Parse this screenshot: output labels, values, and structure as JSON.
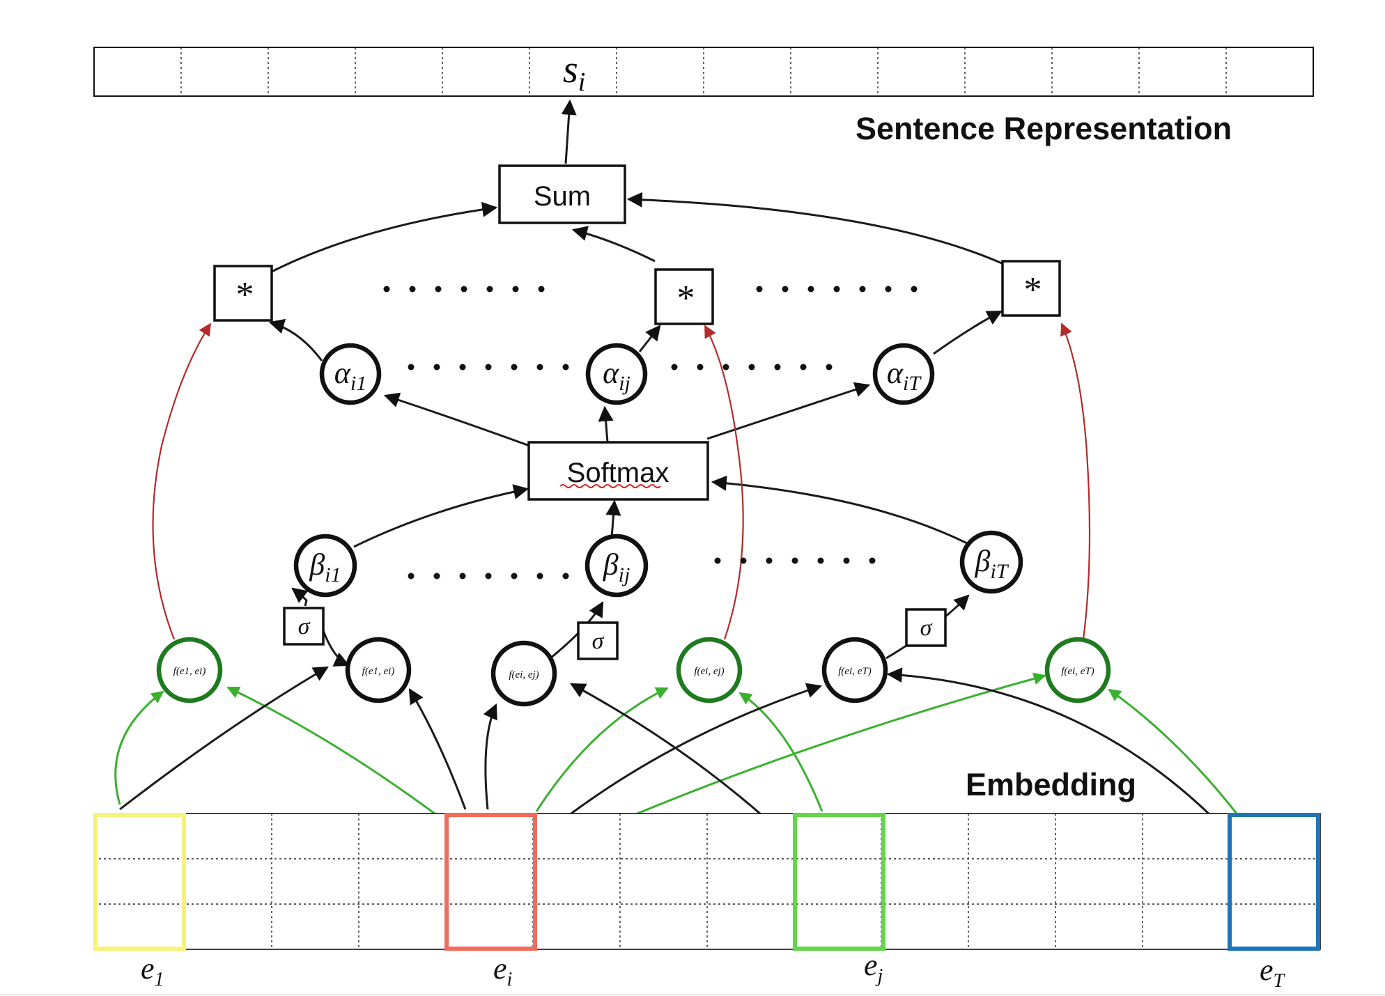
{
  "sentence_bar": {
    "label": "s",
    "label_sub": "i"
  },
  "sentence_caption": "Sentence Representation",
  "embedding_caption": "Embedding",
  "sum_label": "Sum",
  "softmax_label": "Softmax",
  "mult_label": "*",
  "sigma_label": "σ",
  "alpha_nodes": [
    {
      "base": "α",
      "sub": "i1"
    },
    {
      "base": "α",
      "sub": "ij"
    },
    {
      "base": "α",
      "sub": "iT"
    }
  ],
  "beta_nodes": [
    {
      "base": "β",
      "sub": "i1"
    },
    {
      "base": "β",
      "sub": "ij"
    },
    {
      "base": "β",
      "sub": "iT"
    }
  ],
  "f_nodes": {
    "f1_green": "f(e1, ei)",
    "f1_black": "f(e1, ei)",
    "fj_black": "f(ei, ej)",
    "fj_green": "f(ei, ej)",
    "fT_black": "f(ei, eT)",
    "fT_green": "f(ei, eT)"
  },
  "embedding_labels": [
    {
      "base": "e",
      "sub": "1"
    },
    {
      "base": "e",
      "sub": "i"
    },
    {
      "base": "e",
      "sub": "j"
    },
    {
      "base": "e",
      "sub": "T"
    }
  ],
  "colors": {
    "e1": "#f7f27a",
    "ei": "#f26b5b",
    "ej": "#63d64a",
    "eT": "#1f74b8",
    "green_arrow": "#3ab02e",
    "red_arrow": "#b52a2a",
    "green_node": "#1f7a1f"
  }
}
